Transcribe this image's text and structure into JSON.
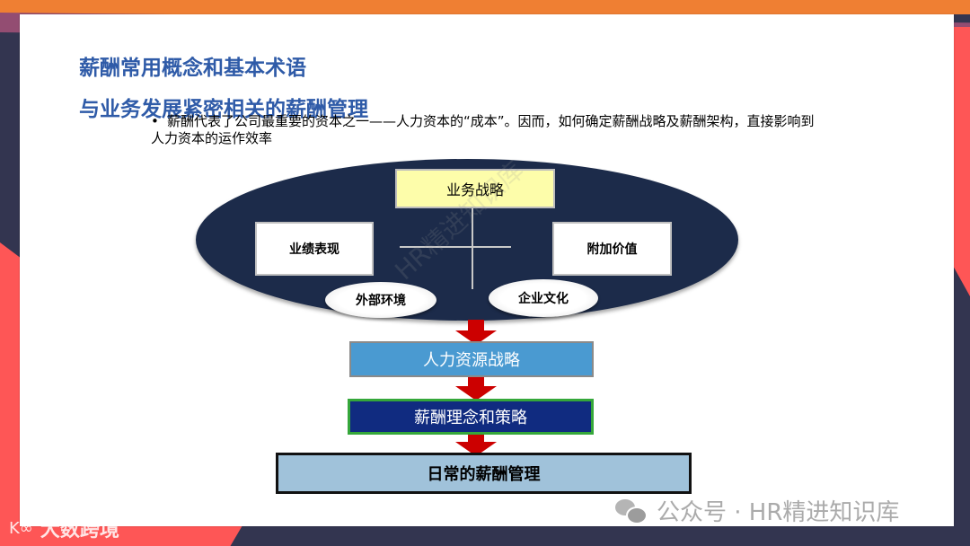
{
  "slide": {
    "title_line1": "薪酬常用概念和基本术语",
    "title_line2": "与业务发展紧密相关的薪酬管理",
    "bullet": {
      "marker": "•",
      "text": "薪酬代表了公司最重要的资本之一——人力资本的“成本”。因而，如何确定薪酬战略及薪酬架构，直接影响到人力资本的运作效率"
    }
  },
  "diagram": {
    "top_box": "业务战略",
    "left_box": "业绩表现",
    "right_box": "附加价值",
    "oval_left": "外部环境",
    "oval_right": "企业文化",
    "steps": [
      "人力资源战略",
      "薪酬理念和策略",
      "日常的薪酬管理"
    ]
  },
  "colors": {
    "title": "#2f5ba8",
    "ellipse": "#1c2b4a",
    "top_box": "#fdfdaa",
    "arrow": "#cc0000",
    "step_hr": "#4a9ad1",
    "step_comp": "#102b80",
    "step_comp_border": "#35a73a",
    "step_daily": "#a0c2da",
    "frame_orange": "#ef7f33",
    "frame_purple": "#934d72",
    "frame_red": "#fe5656",
    "frame_navy": "#333550"
  },
  "watermarks": {
    "diagonal": "HR精进知识库",
    "wechat": "公众号 · HR精进知识库",
    "logo_icon": "K∞",
    "logo_text": "大数跨境"
  }
}
